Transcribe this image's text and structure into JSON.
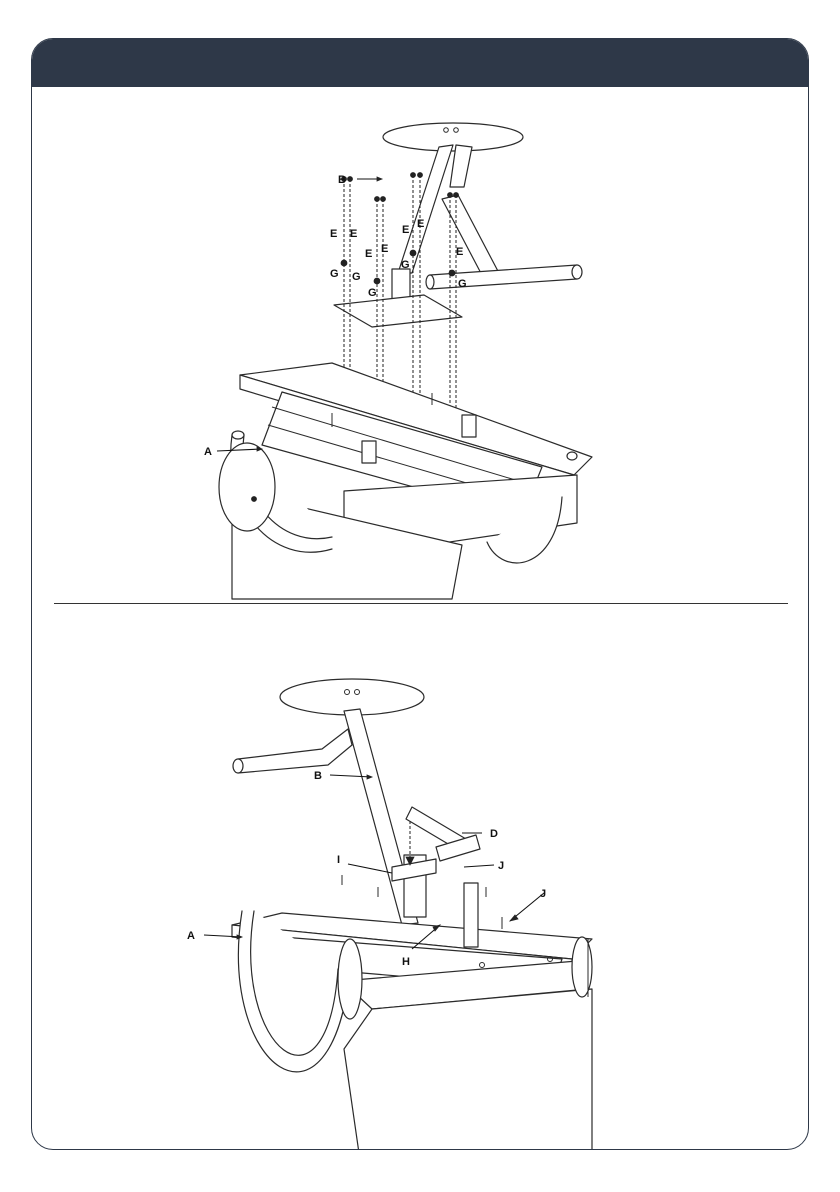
{
  "colors": {
    "header": "#2e3848",
    "line": "#2b2b2b"
  },
  "step1": {
    "labels": {
      "b": "B",
      "a": "A",
      "e1": "E",
      "e2": "E",
      "e3": "E",
      "e4": "E",
      "e5": "E",
      "e6": "E",
      "e7": "E",
      "g1": "G",
      "g2": "G",
      "g3": "G",
      "g4": "G",
      "g5": "G"
    }
  },
  "step2": {
    "labels": {
      "b": "B",
      "d": "D",
      "i": "I",
      "j1": "J",
      "j2": "J",
      "a": "A",
      "h": "H"
    }
  }
}
